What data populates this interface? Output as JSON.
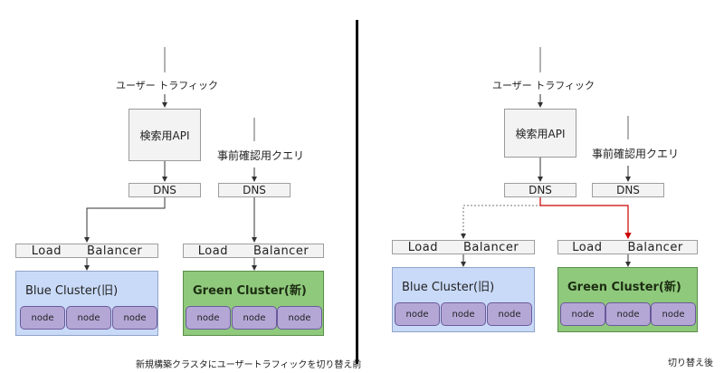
{
  "before": {
    "traffic_label": "ユーザー トラフィック",
    "api_label": "検索用API",
    "query_label": "事前確認用クエリ",
    "dns_label": "DNS",
    "dns2_label": "DNS",
    "lb_left": {
      "load": "Load",
      "balancer": "Balancer"
    },
    "lb_right": {
      "load": "Load",
      "balancer": "Balancer"
    },
    "blue_title": "Blue Cluster(旧)",
    "green_title": "Green Cluster(新)",
    "blue_nodes": [
      "node",
      "node",
      "node"
    ],
    "green_nodes": [
      "node",
      "node",
      "node"
    ],
    "caption": "新規構築クラスタにユーザートラフィックを切り替え前"
  },
  "after": {
    "traffic_label": "ユーザー トラフィック",
    "api_label": "検索用API",
    "query_label": "事前確認用クエリ",
    "dns_label": "DNS",
    "dns2_label": "DNS",
    "lb_left": {
      "load": "Load",
      "balancer": "Balancer"
    },
    "lb_right": {
      "load": "Load",
      "balancer": "Balancer"
    },
    "blue_title": "Blue Cluster(旧)",
    "green_title": "Green Cluster(新)",
    "blue_nodes": [
      "node",
      "node",
      "node"
    ],
    "green_nodes": [
      "node",
      "node",
      "node"
    ],
    "caption": "切り替え後"
  },
  "colors": {
    "blue_cluster": "#c9daf8",
    "green_cluster": "#8fc97c",
    "node": "#b4a7d6",
    "switch_arrow": "#cc0000"
  }
}
